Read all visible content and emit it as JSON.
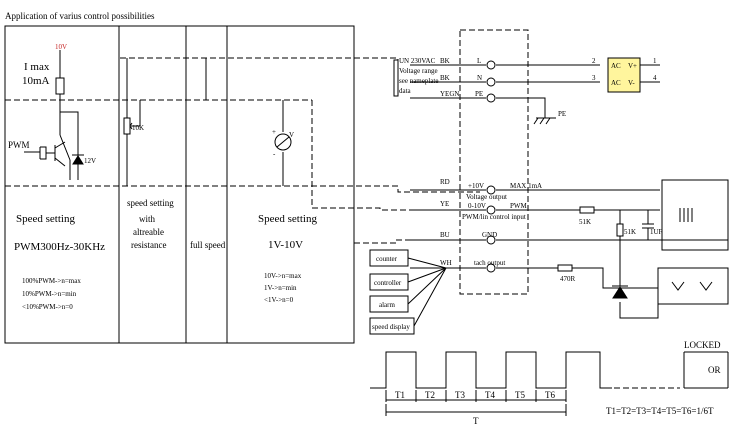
{
  "title": "Application of varius control possibilities",
  "left_panel": {
    "supply_voltage": "10V",
    "imax_line1": "I max",
    "imax_line2": "10mA",
    "pwm_label": "PWM",
    "zener_label": "12V",
    "heading": "Speed setting",
    "freq": "PWM300Hz-30KHz",
    "notes": [
      "100%PWM->n=max",
      "10%PWM->n=min",
      "<10%PWM->n=0"
    ]
  },
  "resistance_panel": {
    "pot_label": "10K",
    "lines": [
      "speed setting",
      "with",
      "altreable",
      "resistance"
    ]
  },
  "full_speed_panel": {
    "label": "full speed"
  },
  "voltage_panel": {
    "meter_label": "V",
    "plus": "+",
    "minus": "-",
    "heading": "Speed setting",
    "range": "1V-10V",
    "notes": [
      "10V->n=max",
      "1V->n=min",
      "<1V->n=0"
    ]
  },
  "supply_block": {
    "lines": [
      "UN 230VAC",
      "Voltage range",
      "see nameplate",
      "data"
    ]
  },
  "wires": [
    {
      "code": "BK",
      "signal": "L"
    },
    {
      "code": "BK",
      "signal": "N"
    },
    {
      "code": "YEGN",
      "signal": "PE"
    },
    {
      "code": "RD",
      "signal": "+10V",
      "extra": "MAX 1mA",
      "desc": "Voltage output"
    },
    {
      "code": "YE",
      "signal": "0-10V",
      "extra": "PWM",
      "desc": "PWM/lin control input"
    },
    {
      "code": "BU",
      "signal": "GND"
    },
    {
      "code": "WH",
      "signal": "tach output"
    }
  ],
  "pe_ground_label": "PE",
  "ac_module": {
    "pins": [
      "2",
      "3",
      "1",
      "4"
    ],
    "rows": [
      [
        "AC",
        "V+"
      ],
      [
        "AC",
        "V-"
      ]
    ]
  },
  "components": {
    "r1": "51K",
    "r2": "51K",
    "c1": "1UF",
    "r3": "470R"
  },
  "devices": [
    "counter",
    "controller",
    "alarm",
    "speed display"
  ],
  "timing": {
    "periods": [
      "T1",
      "T2",
      "T3",
      "T4",
      "T5",
      "T6"
    ],
    "total": "T",
    "locked": "LOCKED",
    "or": "OR",
    "equation": "T1=T2=T3=T4=T5=T6=1/6T"
  }
}
